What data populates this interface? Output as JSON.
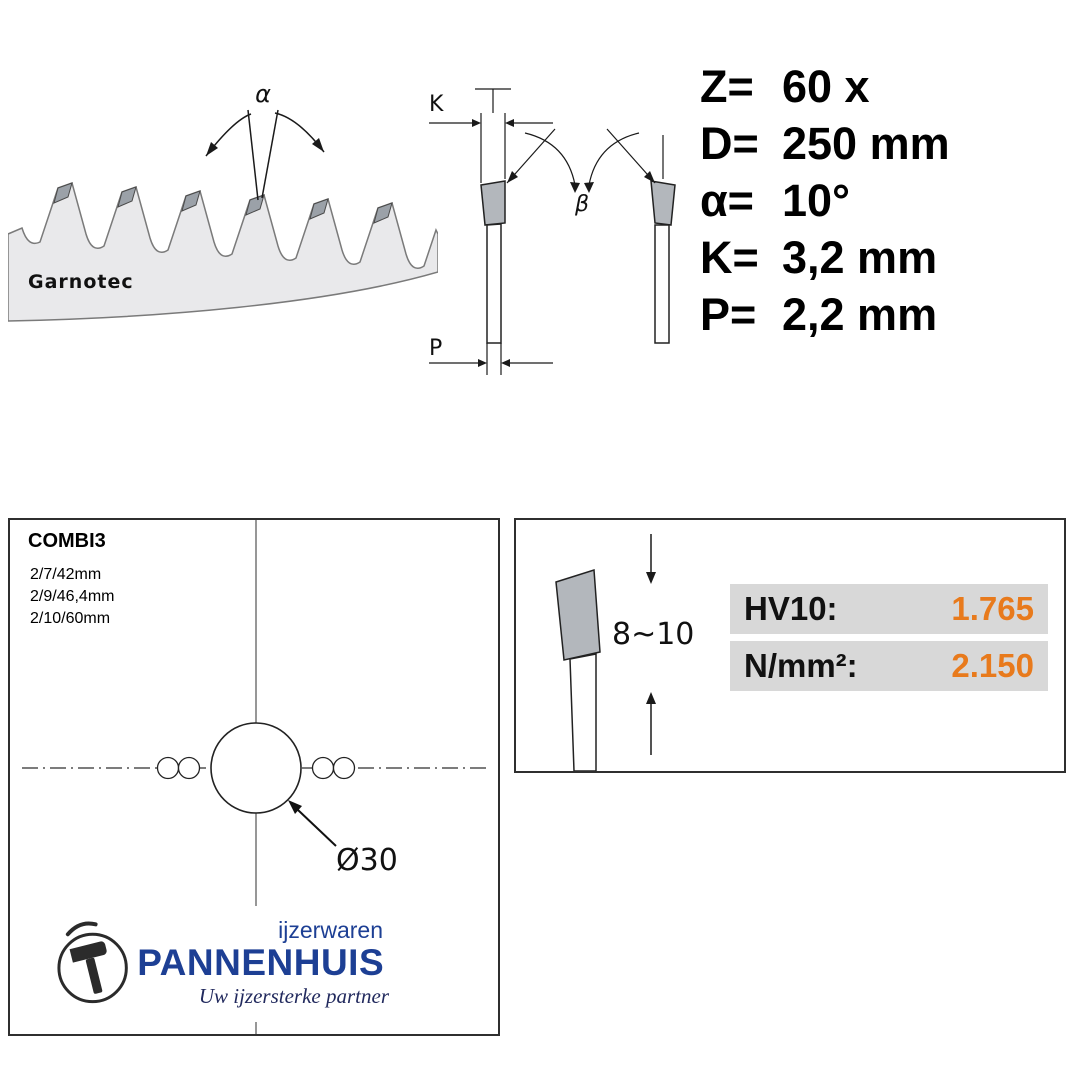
{
  "top_diagram": {
    "alpha_label": "α",
    "beta_label": "β",
    "k_label": "K",
    "p_label": "P",
    "watermark": "Garnotec"
  },
  "specs": {
    "rows": [
      {
        "label": "Z=",
        "value": "60 x"
      },
      {
        "label": "D=",
        "value": "250 mm"
      },
      {
        "label": "α=",
        "value": "10°"
      },
      {
        "label": "K=",
        "value": "3,2 mm"
      },
      {
        "label": "P=",
        "value": "2,2 mm"
      }
    ]
  },
  "combi_panel": {
    "title": "COMBI3",
    "pinhole_options": [
      "2/7/42mm",
      "2/9/46,4mm",
      "2/10/60mm"
    ],
    "bore_label": "Ø30"
  },
  "hardness_panel": {
    "tooth_height": "8~10",
    "rows": [
      {
        "label": "HV10:",
        "value": "1.765"
      },
      {
        "label": "N/mm²:",
        "value": "2.150"
      }
    ]
  },
  "logo": {
    "industry": "ijzerwaren",
    "name": "PANNENHUIS",
    "tagline": "Uw ijzersterke partner"
  },
  "colors": {
    "accent_orange": "#e87a1c",
    "brand_blue": "#1d3f94",
    "blade_gray": "#e9e9eb",
    "carbide_gray": "#9ba1a8",
    "table_row_gray": "#d8d8d8"
  }
}
